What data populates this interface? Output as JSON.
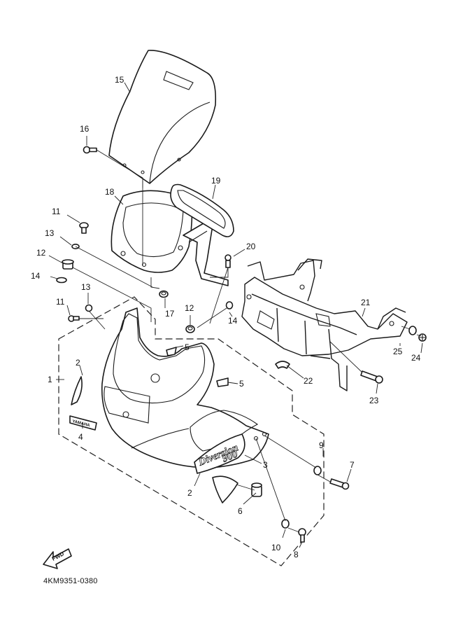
{
  "diagram": {
    "code": "4KM9351-0380",
    "fwd_label": "FWD",
    "badge_label": "YAMAHA",
    "logo_label": "Diversion",
    "logo_number": "900",
    "callouts": {
      "c1": "1",
      "c2a": "2",
      "c2b": "2",
      "c3": "3",
      "c4": "4",
      "c5a": "5",
      "c5b": "5",
      "c6": "6",
      "c7": "7",
      "c8": "8",
      "c9": "9",
      "c10": "10",
      "c11a": "11",
      "c11b": "11",
      "c12a": "12",
      "c12b": "12",
      "c13a": "13",
      "c13b": "13",
      "c14a": "14",
      "c14b": "14",
      "c15": "15",
      "c16": "16",
      "c17": "17",
      "c18": "18",
      "c19": "19",
      "c20": "20",
      "c21": "21",
      "c22": "22",
      "c23": "23",
      "c24": "24",
      "c25": "25"
    }
  }
}
